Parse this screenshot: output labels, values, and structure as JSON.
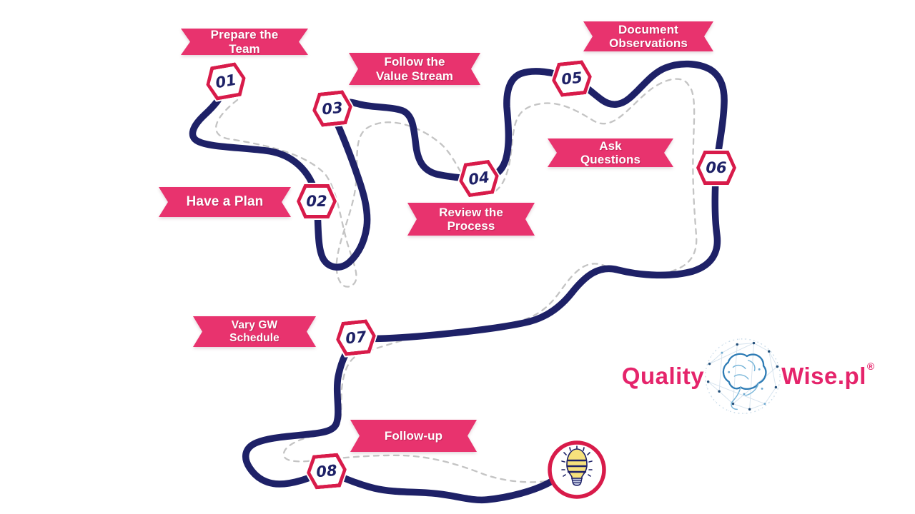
{
  "steps": [
    {
      "number": "01",
      "label": "Prepare the Team"
    },
    {
      "number": "02",
      "label": "Have a Plan"
    },
    {
      "number": "03",
      "label": "Follow the\nValue Stream"
    },
    {
      "number": "04",
      "label": "Review the\nProcess"
    },
    {
      "number": "05",
      "label": "Document\nObservations"
    },
    {
      "number": "06",
      "label": "Ask\nQuestions"
    },
    {
      "number": "07",
      "label": "Vary GW Schedule"
    },
    {
      "number": "08",
      "label": "Follow-up"
    }
  ],
  "logo": {
    "quality": "Quality",
    "wise": "Wise.pl",
    "registered": "®"
  },
  "colors": {
    "ribbon_pink": "#E8336E",
    "path_navy": "#1E2167",
    "marker_border": "#D81B4A",
    "dashed_gray": "#C4C4C4",
    "bulb_yellow": "#F6E17C",
    "logo_pink": "#E5246B",
    "logo_blue": "#2C7BB5"
  }
}
